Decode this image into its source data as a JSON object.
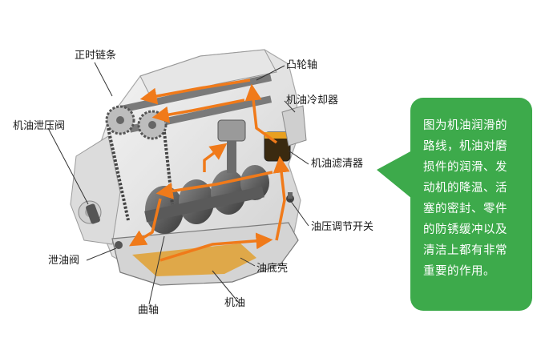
{
  "labels": {
    "timing_chain": "正时链条",
    "camshaft": "凸轮轴",
    "oil_cooler": "机油冷却器",
    "relief_valve": "机油泄压阀",
    "oil_filter": "机油滤清器",
    "pressure_switch": "油压调节开关",
    "drain_valve": "泄油阀",
    "oil_pan": "油底壳",
    "engine_oil": "机油",
    "crankshaft": "曲轴"
  },
  "callout": {
    "lines": [
      "图为机油润滑的",
      "路线，机油对磨",
      "损件的润滑、发",
      "动机的降温、活",
      "塞的密封、零件",
      "的防锈缓冲以及",
      "清洁上都有非常",
      "重要的作用。"
    ]
  },
  "colors": {
    "bubble": "#3daa4b",
    "oil_path": "#f07a1a",
    "oil_pool": "#e0a030"
  },
  "icons": {
    "main_illustration": "engine-cutaway-illustration"
  }
}
